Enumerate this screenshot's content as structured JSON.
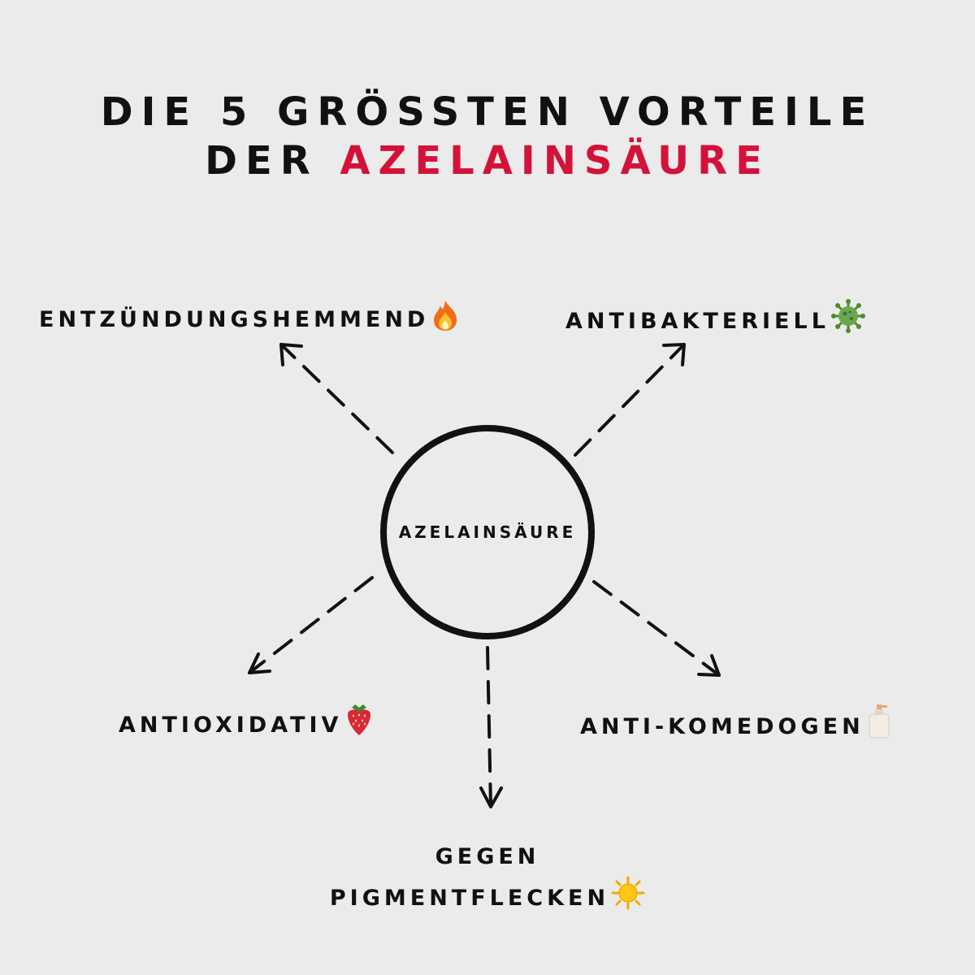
{
  "title": {
    "line1": "DIE 5 GRÖSSTEN VORTEILE",
    "line2_prefix": "DER",
    "line2_accent": "AZELAINSÄURE"
  },
  "center": {
    "label": "AZELAINSÄURE"
  },
  "benefits": {
    "top_left": {
      "label": "ENTZÜNDUNGSHEMMEND",
      "icon": "fire-icon"
    },
    "top_right": {
      "label": "ANTIBAKTERIELL",
      "icon": "virus-icon"
    },
    "bottom_left": {
      "label": "ANTIOXIDATIV",
      "icon": "strawberry-icon"
    },
    "bottom_right": {
      "label": "ANTI-KOMEDOGEN",
      "icon": "lotion-bottle-icon"
    },
    "bottom_center": {
      "label_line1": "GEGEN",
      "label_line2": "PIGMENTFLECKEN",
      "icon": "sun-icon"
    }
  },
  "colors": {
    "background": "#ebebeb",
    "text": "#111111",
    "accent": "#d3123a"
  }
}
